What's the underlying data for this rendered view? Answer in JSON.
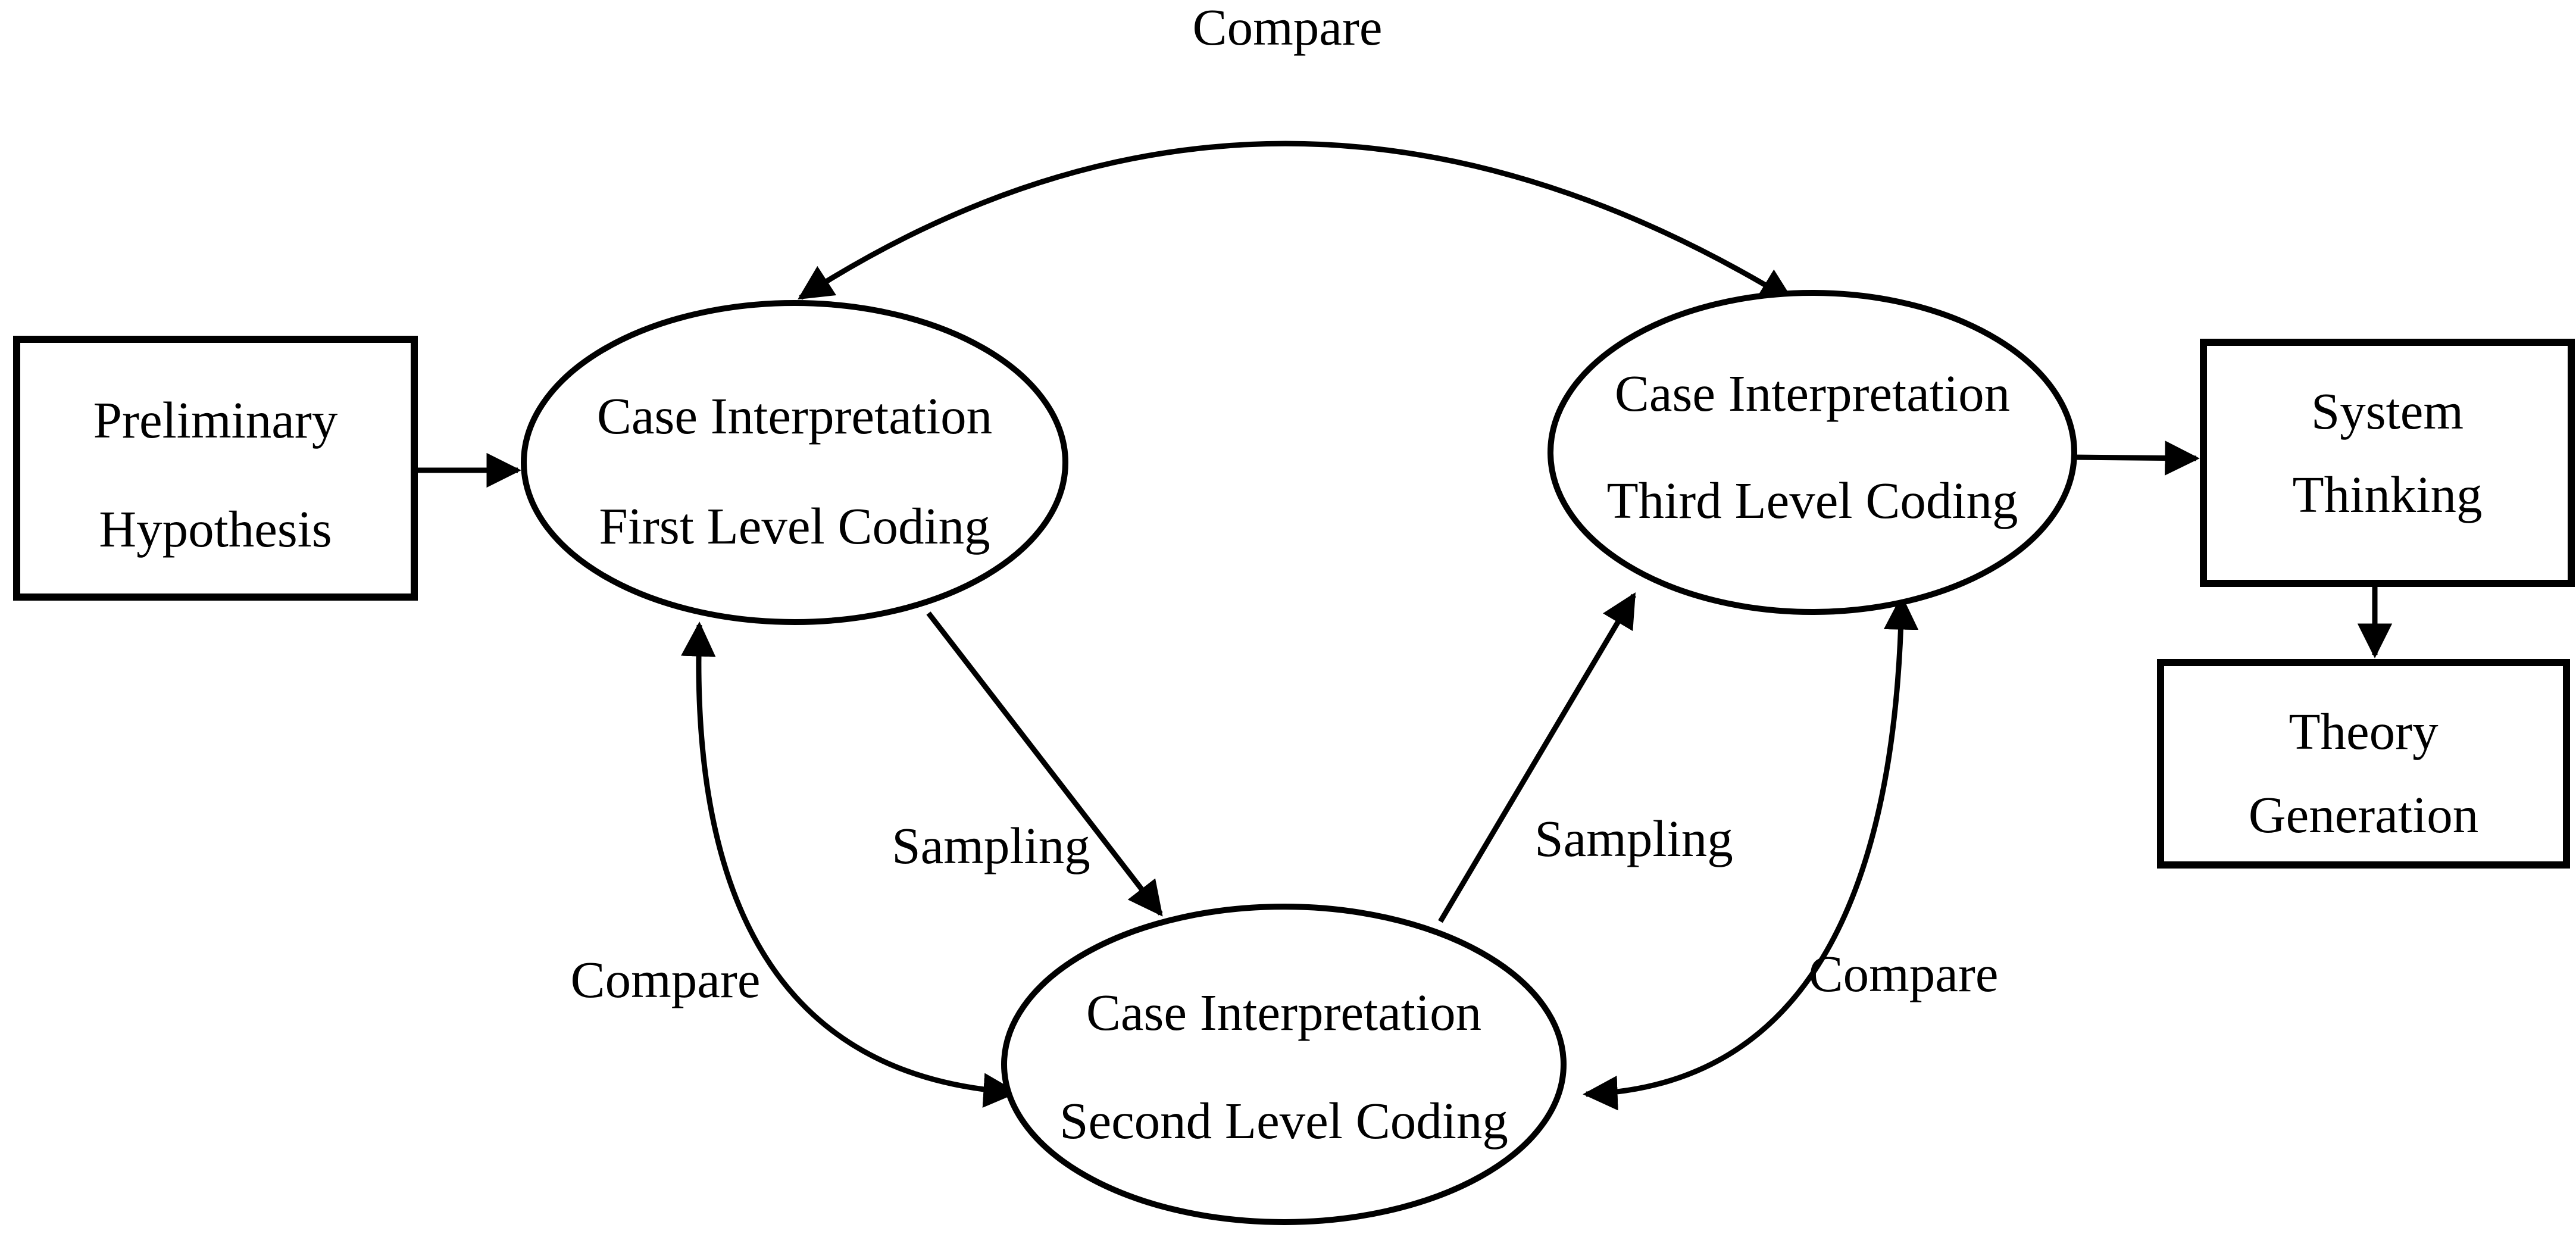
{
  "nodes": {
    "preliminary": {
      "line1": "Preliminary",
      "line2": "Hypothesis"
    },
    "first": {
      "line1": "Case Interpretation",
      "line2": "First Level Coding"
    },
    "second": {
      "line1": "Case Interpretation",
      "line2": "Second Level Coding"
    },
    "third": {
      "line1": "Case Interpretation",
      "line2": "Third Level Coding"
    },
    "system": {
      "line1": "System",
      "line2": "Thinking"
    },
    "theory": {
      "line1": "Theory",
      "line2": "Generation"
    }
  },
  "edge_labels": {
    "compare_top": "Compare",
    "compare_left": "Compare",
    "compare_right": "Compare",
    "sampling_left": "Sampling",
    "sampling_right": "Sampling"
  }
}
